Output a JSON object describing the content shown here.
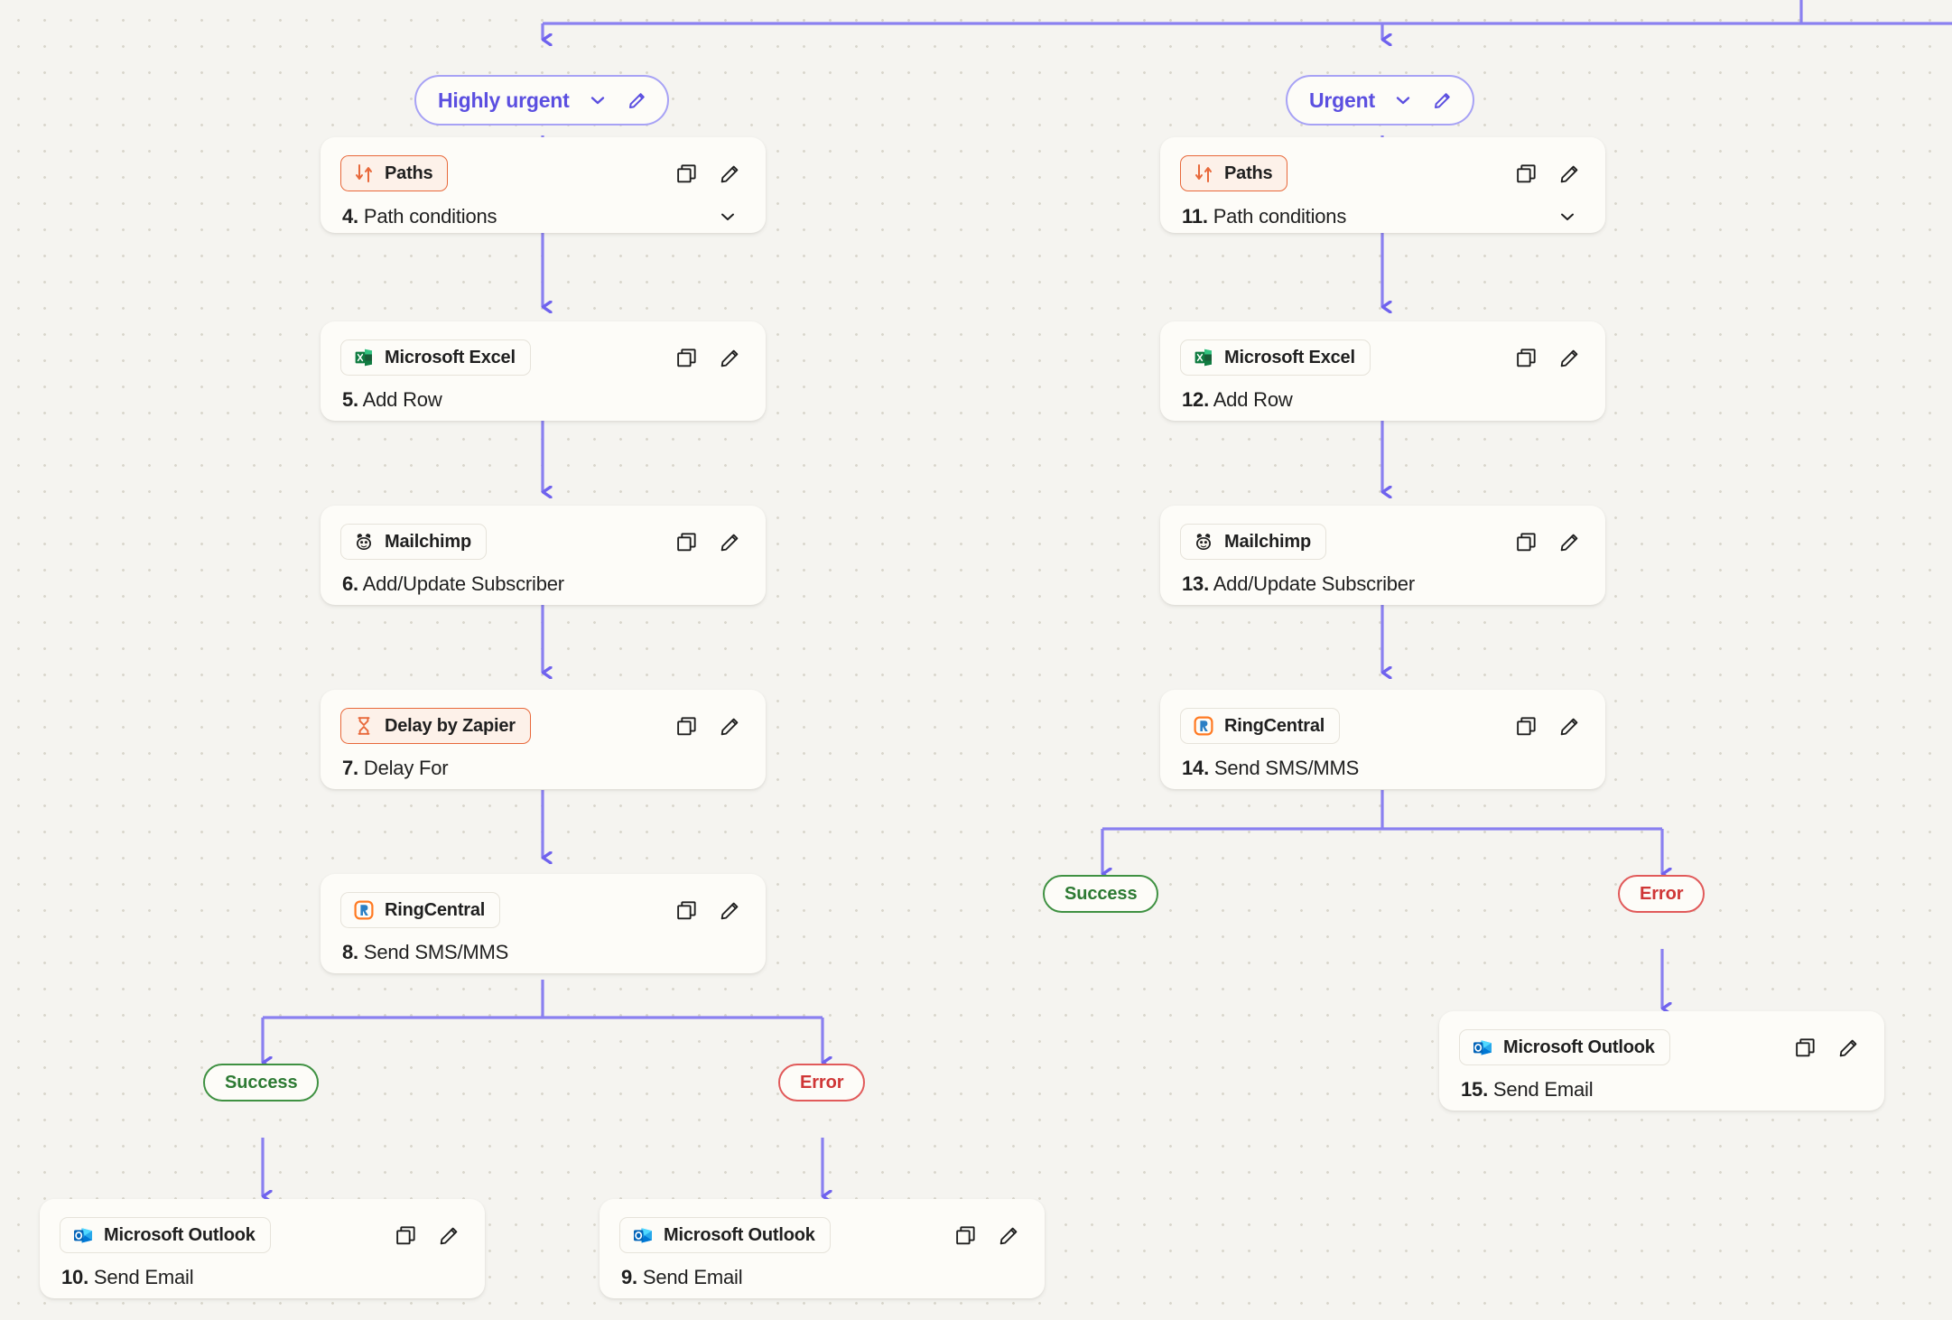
{
  "canvas": {
    "background_color": "#f5f4f0",
    "wire_color": "#7b6ff0",
    "wire_color_light": "#9b93f2"
  },
  "paths": [
    {
      "id": "highly-urgent",
      "label": "Highly urgent",
      "chevron_icon": "chevron-down-icon",
      "edit_icon": "pencil-icon"
    },
    {
      "id": "urgent",
      "label": "Urgent",
      "chevron_icon": "chevron-down-icon",
      "edit_icon": "pencil-icon"
    }
  ],
  "steps": [
    {
      "id": "step-4",
      "app": "Paths",
      "app_icon": "paths-icon",
      "accent": true,
      "number": "4.",
      "title": "Path conditions",
      "has_chevron": true,
      "duplicate_icon": "duplicate-icon",
      "edit_icon": "pencil-icon"
    },
    {
      "id": "step-5",
      "app": "Microsoft Excel",
      "app_icon": "microsoft-excel-icon",
      "accent": false,
      "number": "5.",
      "title": "Add Row",
      "has_chevron": false,
      "duplicate_icon": "duplicate-icon",
      "edit_icon": "pencil-icon"
    },
    {
      "id": "step-6",
      "app": "Mailchimp",
      "app_icon": "mailchimp-icon",
      "accent": false,
      "number": "6.",
      "title": "Add/Update Subscriber",
      "has_chevron": false,
      "duplicate_icon": "duplicate-icon",
      "edit_icon": "pencil-icon"
    },
    {
      "id": "step-7",
      "app": "Delay by Zapier",
      "app_icon": "hourglass-icon",
      "accent": true,
      "number": "7.",
      "title": "Delay For",
      "has_chevron": false,
      "duplicate_icon": "duplicate-icon",
      "edit_icon": "pencil-icon"
    },
    {
      "id": "step-8",
      "app": "RingCentral",
      "app_icon": "ringcentral-icon",
      "accent": false,
      "number": "8.",
      "title": "Send SMS/MMS",
      "has_chevron": false,
      "duplicate_icon": "duplicate-icon",
      "edit_icon": "pencil-icon"
    },
    {
      "id": "step-10",
      "app": "Microsoft Outlook",
      "app_icon": "microsoft-outlook-icon",
      "accent": false,
      "number": "10.",
      "title": "Send Email",
      "has_chevron": false,
      "duplicate_icon": "duplicate-icon",
      "edit_icon": "pencil-icon"
    },
    {
      "id": "step-9",
      "app": "Microsoft Outlook",
      "app_icon": "microsoft-outlook-icon",
      "accent": false,
      "number": "9.",
      "title": "Send Email",
      "has_chevron": false,
      "duplicate_icon": "duplicate-icon",
      "edit_icon": "pencil-icon"
    },
    {
      "id": "step-11",
      "app": "Paths",
      "app_icon": "paths-icon",
      "accent": true,
      "number": "11.",
      "title": "Path conditions",
      "has_chevron": true,
      "duplicate_icon": "duplicate-icon",
      "edit_icon": "pencil-icon"
    },
    {
      "id": "step-12",
      "app": "Microsoft Excel",
      "app_icon": "microsoft-excel-icon",
      "accent": false,
      "number": "12.",
      "title": "Add Row",
      "has_chevron": false,
      "duplicate_icon": "duplicate-icon",
      "edit_icon": "pencil-icon"
    },
    {
      "id": "step-13",
      "app": "Mailchimp",
      "app_icon": "mailchimp-icon",
      "accent": false,
      "number": "13.",
      "title": "Add/Update Subscriber",
      "has_chevron": false,
      "duplicate_icon": "duplicate-icon",
      "edit_icon": "pencil-icon"
    },
    {
      "id": "step-14",
      "app": "RingCentral",
      "app_icon": "ringcentral-icon",
      "accent": false,
      "number": "14.",
      "title": "Send SMS/MMS",
      "has_chevron": false,
      "duplicate_icon": "duplicate-icon",
      "edit_icon": "pencil-icon"
    },
    {
      "id": "step-15",
      "app": "Microsoft Outlook",
      "app_icon": "microsoft-outlook-icon",
      "accent": false,
      "number": "15.",
      "title": "Send Email",
      "has_chevron": false,
      "duplicate_icon": "duplicate-icon",
      "edit_icon": "pencil-icon"
    }
  ],
  "badges": [
    {
      "id": "success-left",
      "label": "Success",
      "status": "success"
    },
    {
      "id": "error-left",
      "label": "Error",
      "status": "error"
    },
    {
      "id": "success-right",
      "label": "Success",
      "status": "success"
    },
    {
      "id": "error-right",
      "label": "Error",
      "status": "error"
    }
  ]
}
